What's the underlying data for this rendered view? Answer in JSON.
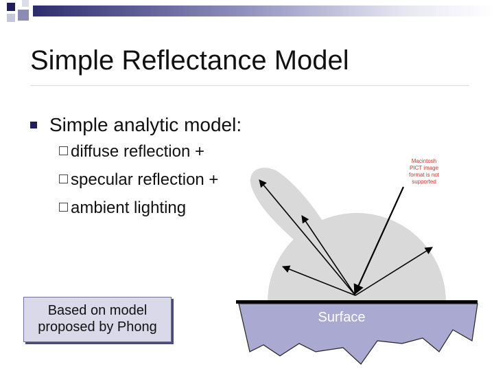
{
  "slide": {
    "title": "Simple Reflectance Model",
    "bullet": "Simple analytic model:",
    "sub_items": [
      {
        "label": "diffuse reflection +"
      },
      {
        "label": "specular reflection +"
      },
      {
        "label": "ambient lighting"
      }
    ],
    "caption": {
      "line1": "Based on model",
      "line2": "proposed by Phong"
    },
    "surface_label": "Surface",
    "pict_note": "Macintosh PICT image format is not supported"
  },
  "colors": {
    "accent": "#1f1f5c",
    "lobe": "#d9d9d9",
    "surface": "#a9a9d2",
    "pict_note": "#c0392b"
  }
}
